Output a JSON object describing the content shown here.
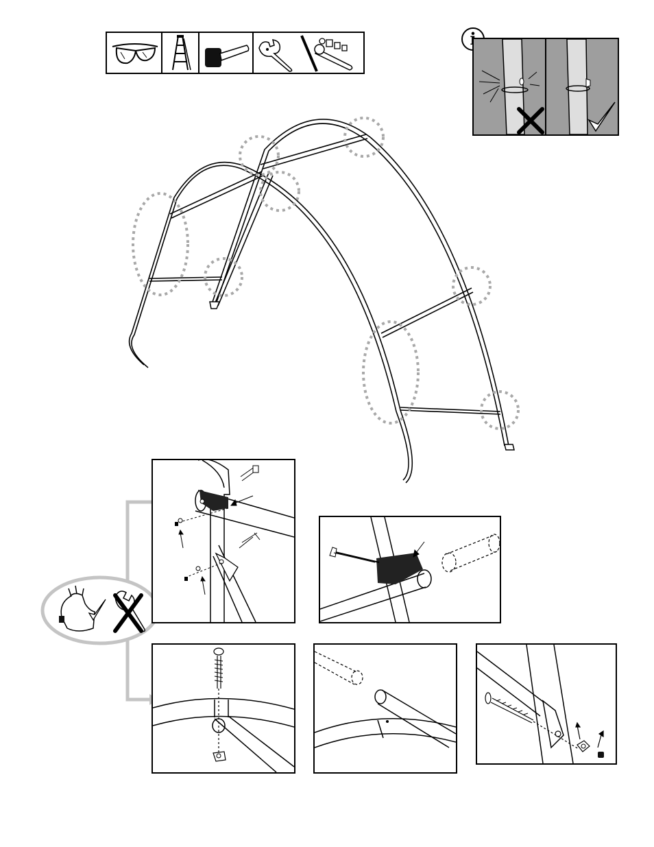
{
  "document": {
    "type": "assembly-instruction-page",
    "required_tools": [
      "safety-glasses-icon",
      "step-ladder-icon",
      "rubber-mallet-icon",
      "adjustable-wrench-icon",
      "socket-wrench-icon"
    ],
    "tools_separator": "slash-line",
    "info_symbol": "i",
    "info_panel": {
      "left": {
        "meaning": "wrong",
        "mark": "cross-mark-icon"
      },
      "right": {
        "meaning": "correct",
        "mark": "check-mark-icon"
      }
    },
    "hand_tighten_callout": {
      "allowed": "hand-tighten-icon",
      "not_allowed": "wrench-crossed-icon"
    },
    "detail_views": [
      "detail-bracket-bolt",
      "detail-tee-bracket",
      "detail-arch-bolt",
      "detail-crossbar-insert",
      "detail-brace-end-bolt"
    ],
    "colors": {
      "line": "#000000",
      "highlight_circle": "#a8a8a8",
      "connector_arrow": "#c4c4c4",
      "info_background": "#9e9e9e",
      "bracket_fill": "#222222"
    }
  }
}
